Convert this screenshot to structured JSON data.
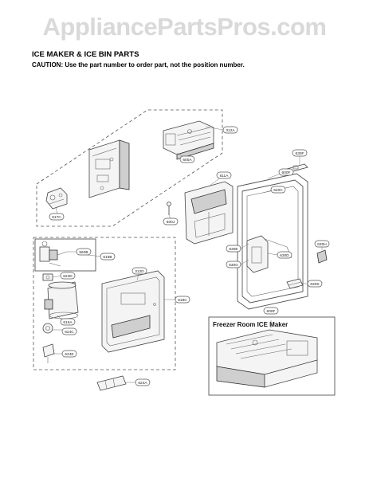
{
  "watermark": "AppliancePartsPros.com",
  "title": "ICE MAKER & ICE BIN PARTS",
  "caution": "CAUTION: Use the part number to order part, not the position number.",
  "freezer_box_label": "Freezer Room ICE Maker",
  "callouts": [
    {
      "id": "312a",
      "label": "312A"
    },
    {
      "id": "600a",
      "label": "600A"
    },
    {
      "id": "617c",
      "label": "617C"
    },
    {
      "id": "630f",
      "label": "630F"
    },
    {
      "id": "611a",
      "label": "611A"
    },
    {
      "id": "600f-top",
      "label": "600F"
    },
    {
      "id": "620c",
      "label": "620C"
    },
    {
      "id": "600j",
      "label": "600J"
    },
    {
      "id": "630e",
      "label": "630E"
    },
    {
      "id": "630g",
      "label": "630G"
    },
    {
      "id": "630d",
      "label": "630D"
    },
    {
      "id": "630h",
      "label": "630H"
    },
    {
      "id": "630s",
      "label": "630S"
    },
    {
      "id": "560b",
      "label": "560B"
    },
    {
      "id": "619b",
      "label": "619B"
    },
    {
      "id": "312d",
      "label": "312D"
    },
    {
      "id": "624d",
      "label": "624D"
    },
    {
      "id": "619c",
      "label": "619C"
    },
    {
      "id": "615a",
      "label": "615A"
    },
    {
      "id": "624c",
      "label": "624C"
    },
    {
      "id": "624e",
      "label": "624E"
    },
    {
      "id": "624a",
      "label": "624A"
    },
    {
      "id": "600f-bottom",
      "label": "600F"
    }
  ]
}
